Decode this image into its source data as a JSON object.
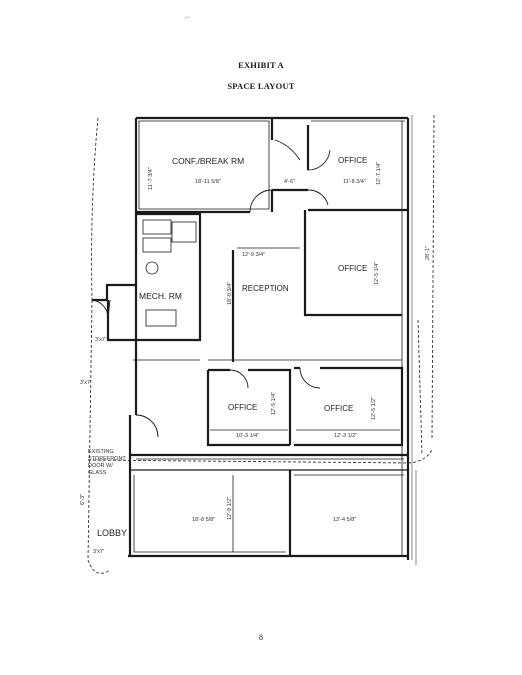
{
  "document": {
    "exhibit_title": "EXHIBIT A",
    "subtitle": "SPACE LAYOUT",
    "page_number": "8"
  },
  "rooms": {
    "conf_break": "CONF./BREAK RM",
    "office_top_right": "OFFICE",
    "office_right_mid": "OFFICE",
    "mech": "MECH. RM",
    "reception": "RECEPTION",
    "office_center": "OFFICE",
    "office_center_right": "OFFICE",
    "lobby": "LOBBY"
  },
  "notes": {
    "existing_storefront": [
      "EXISTING",
      "STOREFRONT",
      "DOOR W/",
      "GLASS"
    ],
    "door_3x7_mid": "3'x7'",
    "door_3x7_left": "3'x7'",
    "door_3x7_bottom": "3'x7'"
  },
  "dimensions": {
    "conf_width": "18'-11 5/8\"",
    "conf_height": "11'-7 3/4\"",
    "top_right_width": "11'-8 3/4\"",
    "top_right_height": "12'-7 1/4\"",
    "reception_width": "12'-9 3/4\"",
    "reception_height": "18'-0 3/4\"",
    "right_office_height": "12'-5 1/4\"",
    "office_center_width": "10'-3 1/4\"",
    "office_center_height": "12'-5 1/4\"",
    "office_cr_width": "12'-3 1/2\"",
    "office_cr_height": "12'-5 1/2\"",
    "lobby_left_width": "18'-8 5/8\"",
    "lobby_right_width": "13'-4 5/8\"",
    "lobby_height": "12'-9 1/2\"",
    "corridor": "4'-6\"",
    "exterior_right": "28'-1\"",
    "exterior_left": "6'-3\""
  },
  "colors": {
    "line": "#1a1a1a",
    "faint": "#777777"
  }
}
